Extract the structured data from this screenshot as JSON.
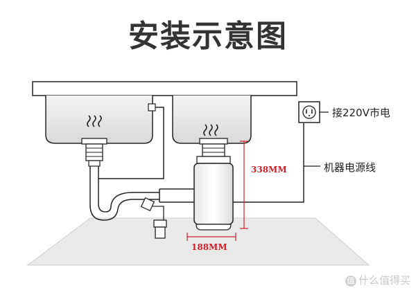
{
  "title": "安装示意图",
  "labels": {
    "power": "接220V市电",
    "cord": "机器电源线"
  },
  "dimensions": {
    "height": "338MM",
    "width": "188MM"
  },
  "watermark": {
    "badge": "值",
    "text": "什么值得买"
  },
  "colors": {
    "dimension": "#d0202a",
    "line": "#222222",
    "floor": "#e9e9e9"
  }
}
